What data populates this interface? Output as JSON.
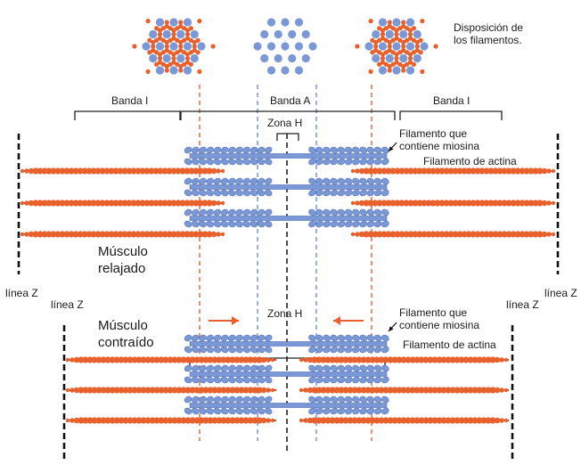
{
  "labels": {
    "arrangement": [
      "Disposición de",
      "los filamentos."
    ],
    "band_i": "Banda I",
    "band_a": "Banda A",
    "h_zone": "Zona H",
    "myosin": [
      "Filamento que",
      "contiene miosina"
    ],
    "actin": "Filamento de actina",
    "relaxed": [
      "Músculo",
      "relajado"
    ],
    "contracted": [
      "Músculo",
      "contraído"
    ],
    "z_line": "línea Z"
  },
  "colors": {
    "myosin": "#7a97d6",
    "myosin_dark": "#4f6fb8",
    "actin": "#e8602c",
    "actin_dark": "#c8481a",
    "guide_red": "#d9542b",
    "guide_blue": "#5f86cf",
    "text": "#1a1a1a"
  }
}
